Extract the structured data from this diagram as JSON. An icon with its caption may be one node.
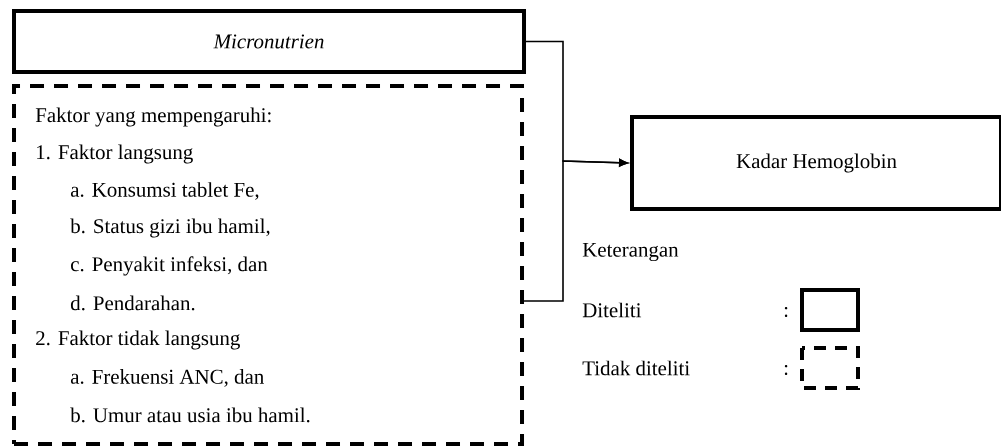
{
  "diagram": {
    "nodes": [
      {
        "text": [
          "Micronutrien"
        ]
      },
      {
        "text": [
          "Faktor yang mempengaruhi:",
          "1. Faktor langsung",
          "a. Konsumsi tablet Fe,",
          "b. Status gizi ibu hamil,",
          "c. Penyakit infeksi, dan",
          "d. Pendarahan.",
          "2. Faktor tidak langsung",
          "a. Frekuensi ANC, dan",
          "b. Umur atau usia ibu hamil."
        ]
      },
      {
        "text": [
          "Kadar Hemoglobin"
        ]
      }
    ],
    "edges": [
      {
        "from": 0,
        "to": 2,
        "arrow": "to"
      },
      {
        "from": 1,
        "to": 2,
        "arrow": "to"
      }
    ],
    "labels": [
      "Keterangan",
      ":",
      ":"
    ],
    "legend": [
      {
        "text": "Diteliti"
      },
      {
        "text": "Tidak diteliti"
      }
    ]
  }
}
